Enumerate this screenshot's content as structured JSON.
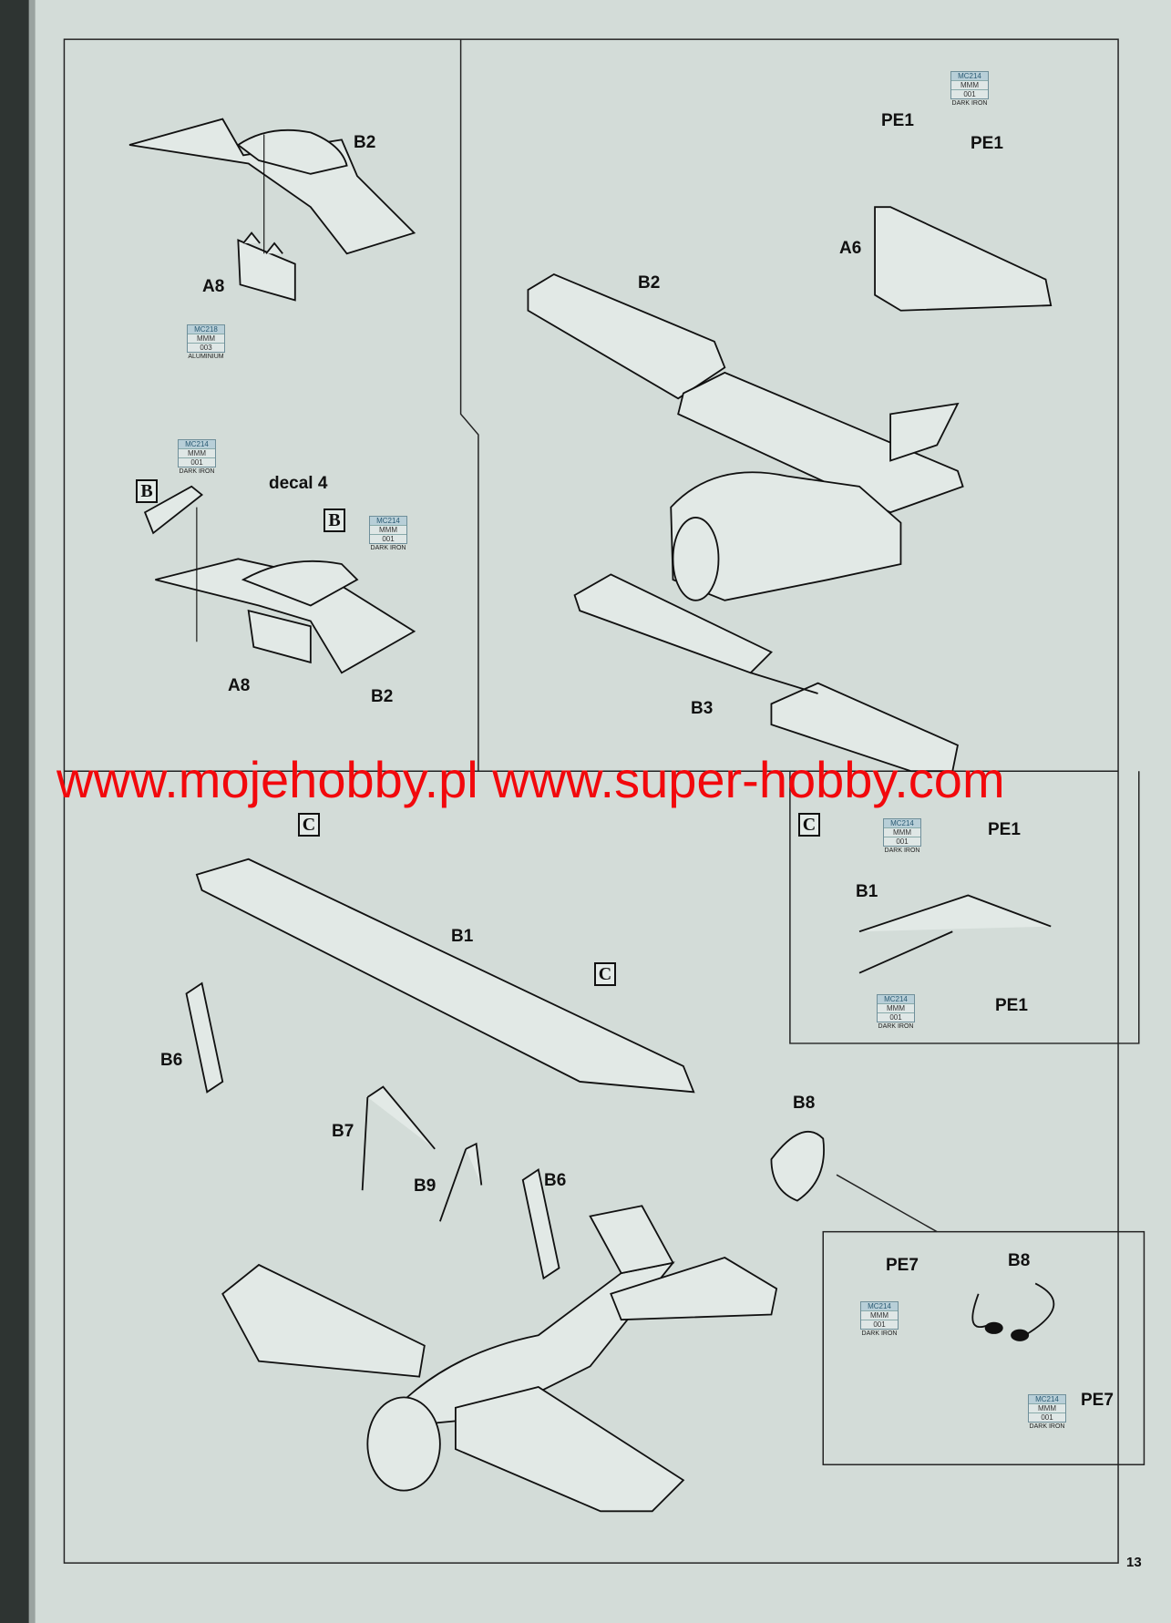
{
  "page_number": "13",
  "watermark": "www.mojehobby.pl www.super-hobby.com",
  "labels": [
    "B2",
    "A8",
    "decal 4",
    "A8",
    "B2",
    "PE1",
    "PE1",
    "A6",
    "B2",
    "B3",
    "PE1",
    "B1",
    "PE1",
    "B1",
    "B6",
    "B7",
    "B9",
    "B6",
    "B8",
    "PE7",
    "B8",
    "PE7"
  ],
  "markers": [
    "B",
    "B",
    "C",
    "C",
    "C"
  ],
  "paint_chips": [
    {
      "code": "MC218",
      "brand": "MMM",
      "number": "003",
      "name": "ALUMINIUM"
    },
    {
      "code": "MC214",
      "brand": "MMM",
      "number": "001",
      "name": "DARK IRON"
    },
    {
      "code": "MC214",
      "brand": "MMM",
      "number": "001",
      "name": "DARK IRON"
    },
    {
      "code": "MC214",
      "brand": "MMM",
      "number": "001",
      "name": "DARK IRON"
    },
    {
      "code": "MC214",
      "brand": "MMM",
      "number": "001",
      "name": "DARK IRON"
    },
    {
      "code": "MC214",
      "brand": "MMM",
      "number": "001",
      "name": "DARK IRON"
    },
    {
      "code": "MC214",
      "brand": "MMM",
      "number": "001",
      "name": "DARK IRON"
    },
    {
      "code": "MC214",
      "brand": "MMM",
      "number": "001",
      "name": "DARK IRON"
    }
  ]
}
